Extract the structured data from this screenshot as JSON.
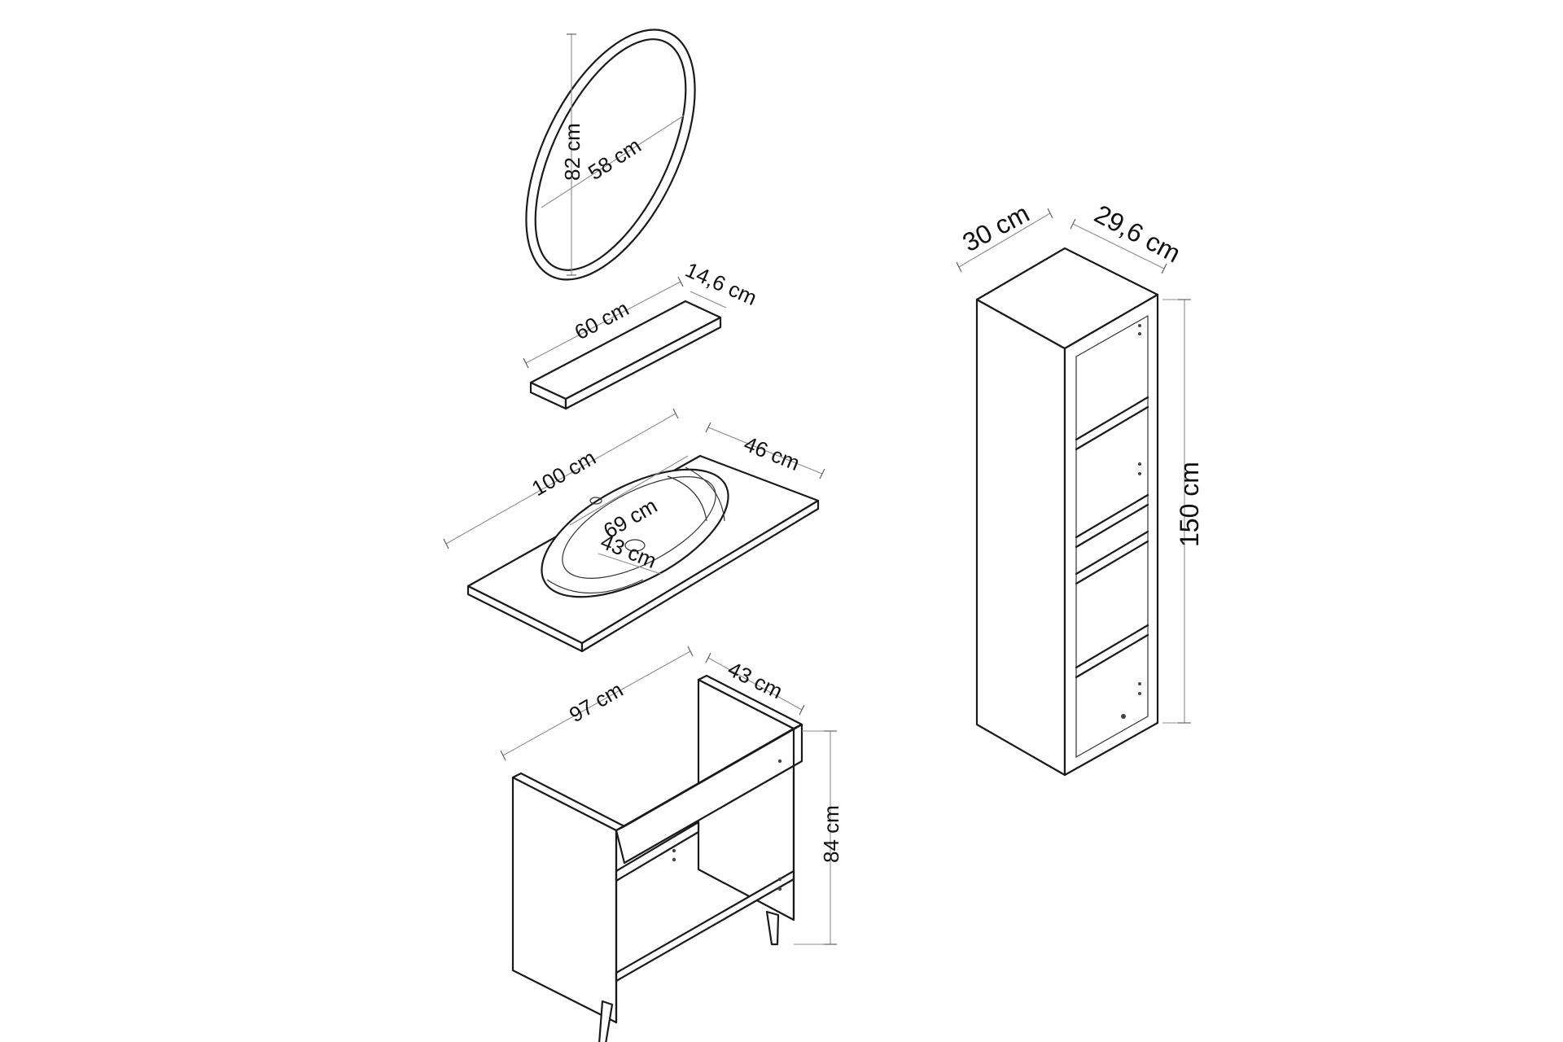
{
  "components": {
    "mirror": {
      "height": "82 cm",
      "width": "58 cm"
    },
    "shelf": {
      "length": "60 cm",
      "depth": "14,6 cm"
    },
    "countertop": {
      "length": "100 cm",
      "depth": "46 cm",
      "basin_length": "69 cm",
      "basin_width": "43 cm"
    },
    "cabinet": {
      "width": "97 cm",
      "depth": "43 cm",
      "height": "84 cm"
    },
    "tall_cabinet": {
      "width": "30 cm",
      "depth": "29,6 cm",
      "height": "150 cm"
    }
  }
}
